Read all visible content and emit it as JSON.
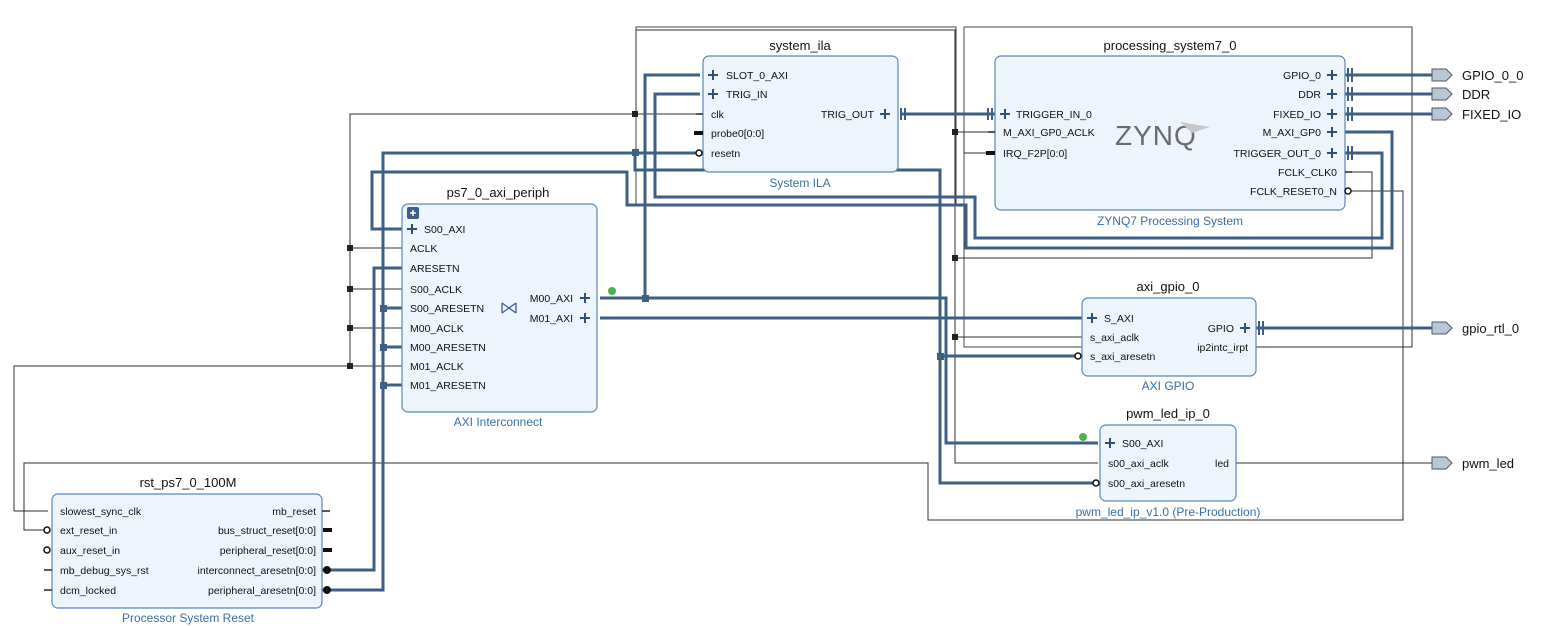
{
  "blocks": {
    "system_ila": {
      "name": "system_ila",
      "type": "System ILA",
      "pins": {
        "slot0": "SLOT_0_AXI",
        "trig_in": "TRIG_IN",
        "clk": "clk",
        "probe0": "probe0[0:0]",
        "resetn": "resetn",
        "trig_out": "TRIG_OUT"
      }
    },
    "ps7": {
      "name": "processing_system7_0",
      "type": "ZYNQ7 Processing System",
      "logo": "ZYNQ",
      "pins": {
        "trigger_in": "TRIGGER_IN_0",
        "m_axi_aclk": "M_AXI_GP0_ACLK",
        "irq": "IRQ_F2P[0:0]",
        "gpio": "GPIO_0",
        "ddr": "DDR",
        "fixed_io": "FIXED_IO",
        "m_axi_gp0": "M_AXI_GP0",
        "trigger_out": "TRIGGER_OUT_0",
        "fclk": "FCLK_CLK0",
        "fclk_reset": "FCLK_RESET0_N"
      }
    },
    "axi_periph": {
      "name": "ps7_0_axi_periph",
      "type": "AXI Interconnect",
      "pins": {
        "s00_axi": "S00_AXI",
        "aclk": "ACLK",
        "aresetn": "ARESETN",
        "s00_aclk": "S00_ACLK",
        "s00_aresetn": "S00_ARESETN",
        "m00_aclk": "M00_ACLK",
        "m00_aresetn": "M00_ARESETN",
        "m01_aclk": "M01_ACLK",
        "m01_aresetn": "M01_ARESETN",
        "m00_axi": "M00_AXI",
        "m01_axi": "M01_AXI"
      }
    },
    "gpio": {
      "name": "axi_gpio_0",
      "type": "AXI GPIO",
      "pins": {
        "s_axi": "S_AXI",
        "aclk": "s_axi_aclk",
        "aresetn": "s_axi_aresetn",
        "gpio": "GPIO",
        "irpt": "ip2intc_irpt"
      }
    },
    "pwm": {
      "name": "pwm_led_ip_0",
      "type": "pwm_led_ip_v1.0 (Pre-Production)",
      "pins": {
        "s00_axi": "S00_AXI",
        "aclk": "s00_axi_aclk",
        "aresetn": "s00_axi_aresetn",
        "led": "led"
      }
    },
    "rst": {
      "name": "rst_ps7_0_100M",
      "type": "Processor System Reset",
      "pins": {
        "slowest": "slowest_sync_clk",
        "ext": "ext_reset_in",
        "aux": "aux_reset_in",
        "mbdbg": "mb_debug_sys_rst",
        "dcm": "dcm_locked",
        "mb_reset": "mb_reset",
        "bus_struct": "bus_struct_reset[0:0]",
        "periph_reset": "peripheral_reset[0:0]",
        "ic_aresetn": "interconnect_aresetn[0:0]",
        "periph_aresetn": "peripheral_aresetn[0:0]"
      }
    }
  },
  "ports": {
    "gpio_0_0": "GPIO_0_0",
    "ddr": "DDR",
    "fixed_io": "FIXED_IO",
    "gpio_rtl_0": "gpio_rtl_0",
    "pwm_led": "pwm_led"
  },
  "colors": {
    "block_fill": "#eef4fb",
    "block_border": "#5b87b8",
    "bus": "#3d5f86",
    "subtitle": "#3a6ea5"
  }
}
